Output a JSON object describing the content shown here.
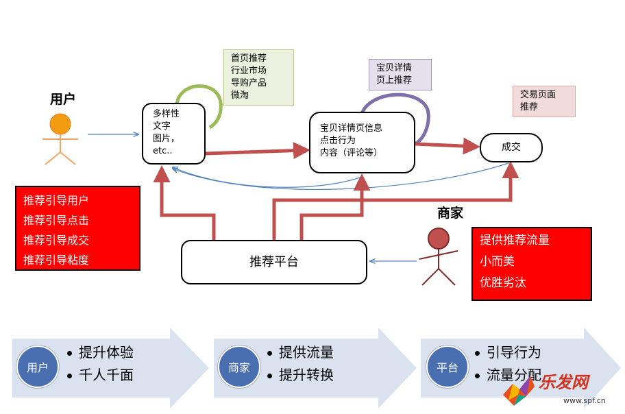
{
  "user_label": "用户",
  "merchant_label": "商家",
  "content_box": [
    "多样性",
    "文字",
    "图片，",
    "etc.."
  ],
  "detail_box": [
    "宝贝详情页信息",
    "点击行为",
    "内容（评论等）"
  ],
  "deal_box": "成交",
  "platform_box": "推荐平台",
  "note_home": [
    "首页推荐",
    "行业市场",
    "导购产品",
    "微淘"
  ],
  "note_detail": [
    "宝贝详情",
    "页上推荐"
  ],
  "note_trade": [
    "交易页面",
    "推荐"
  ],
  "red_left": [
    "推荐引导用户",
    "推荐引导点击",
    "推荐引导成交",
    "推荐引导粘度"
  ],
  "red_right": [
    "提供推荐流量",
    "小而美",
    "优胜劣汰"
  ],
  "bottom": [
    {
      "circle": "用户",
      "items": [
        "提升体验",
        "千人千面"
      ]
    },
    {
      "circle": "商家",
      "items": [
        "提供流量",
        "提升转换"
      ]
    },
    {
      "circle": "平台",
      "items": [
        "引导行为",
        "流量分配"
      ]
    }
  ],
  "watermark": {
    "text": "乐发网",
    "url": "www.spf.cn"
  },
  "colors": {
    "red_arrow": "#c0504d",
    "blue_arrow": "#4f81bd",
    "green_loop": "#9bbb59",
    "purple_loop": "#7f6fa8",
    "chevron": "#dbe2ef",
    "circle": "#4a6fb1"
  }
}
